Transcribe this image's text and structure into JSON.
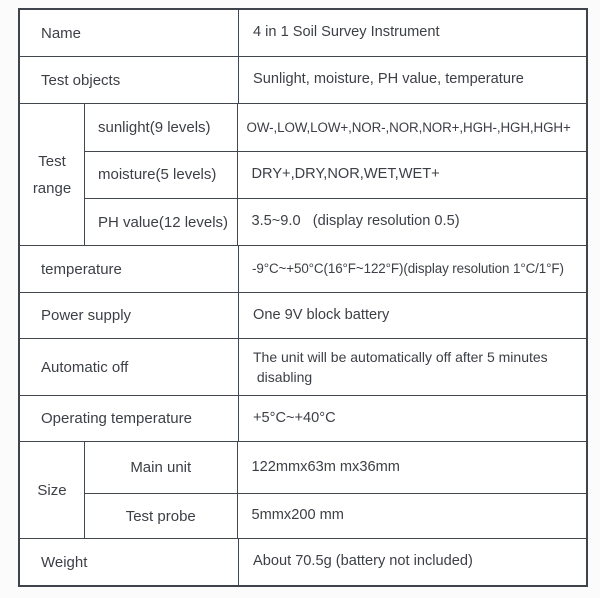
{
  "table": {
    "name": {
      "label": "Name",
      "value": "4 in 1 Soil Survey Instrument"
    },
    "test_objects": {
      "label": "Test objects",
      "value": "Sunlight, moisture, PH value, temperature"
    },
    "test_range": {
      "label": "Test range",
      "sub": [
        {
          "label": "sunlight(9 levels)",
          "value": "OW-,LOW,LOW+,NOR-,NOR,NOR+,HGH-,HGH,HGH+"
        },
        {
          "label": "moisture(5 levels)",
          "value": "DRY+,DRY,NOR,WET,WET+"
        },
        {
          "label": "PH value(12 levels)",
          "value": "3.5~9.0   (display resolution 0.5)"
        }
      ]
    },
    "temperature": {
      "label": "temperature",
      "value": "-9°C~+50°C(16°F~122°F)(display resolution 1°C/1°F)"
    },
    "power_supply": {
      "label": "Power supply",
      "value": "One 9V block battery"
    },
    "automatic_off": {
      "label": "Automatic off",
      "value": "The unit will be automatically off after 5 minutes\n disabling"
    },
    "operating_temperature": {
      "label": "Operating temperature",
      "value": "+5°C~+40°C"
    },
    "size": {
      "label": "Size",
      "sub": [
        {
          "label": "Main unit",
          "value": "122mmx63m mx36mm"
        },
        {
          "label": "Test probe",
          "value": "5mmx200 mm"
        }
      ]
    },
    "weight": {
      "label": "Weight",
      "value": "About 70.5g (battery not included)"
    }
  }
}
